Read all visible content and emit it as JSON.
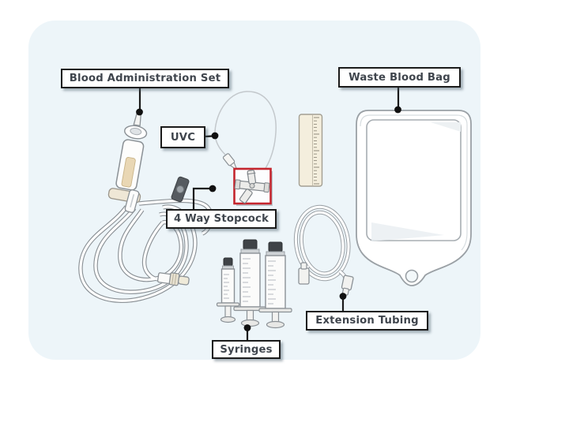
{
  "labels": {
    "blood_administration_set": "Blood Administration Set",
    "uvc": "UVC",
    "four_way_stopcock": "4 Way Stopcock",
    "waste_blood_bag": "Waste Blood Bag",
    "extension_tubing": "Extension Tubing",
    "syringes": "Syringes"
  },
  "colors": {
    "panel_background": "#edf5f9",
    "label_border": "#1b1b1b",
    "label_text": "#3f454d",
    "highlight_box": "#c4262e",
    "line_art": "#8b9196",
    "fluid_tan": "#e9d7b4"
  }
}
